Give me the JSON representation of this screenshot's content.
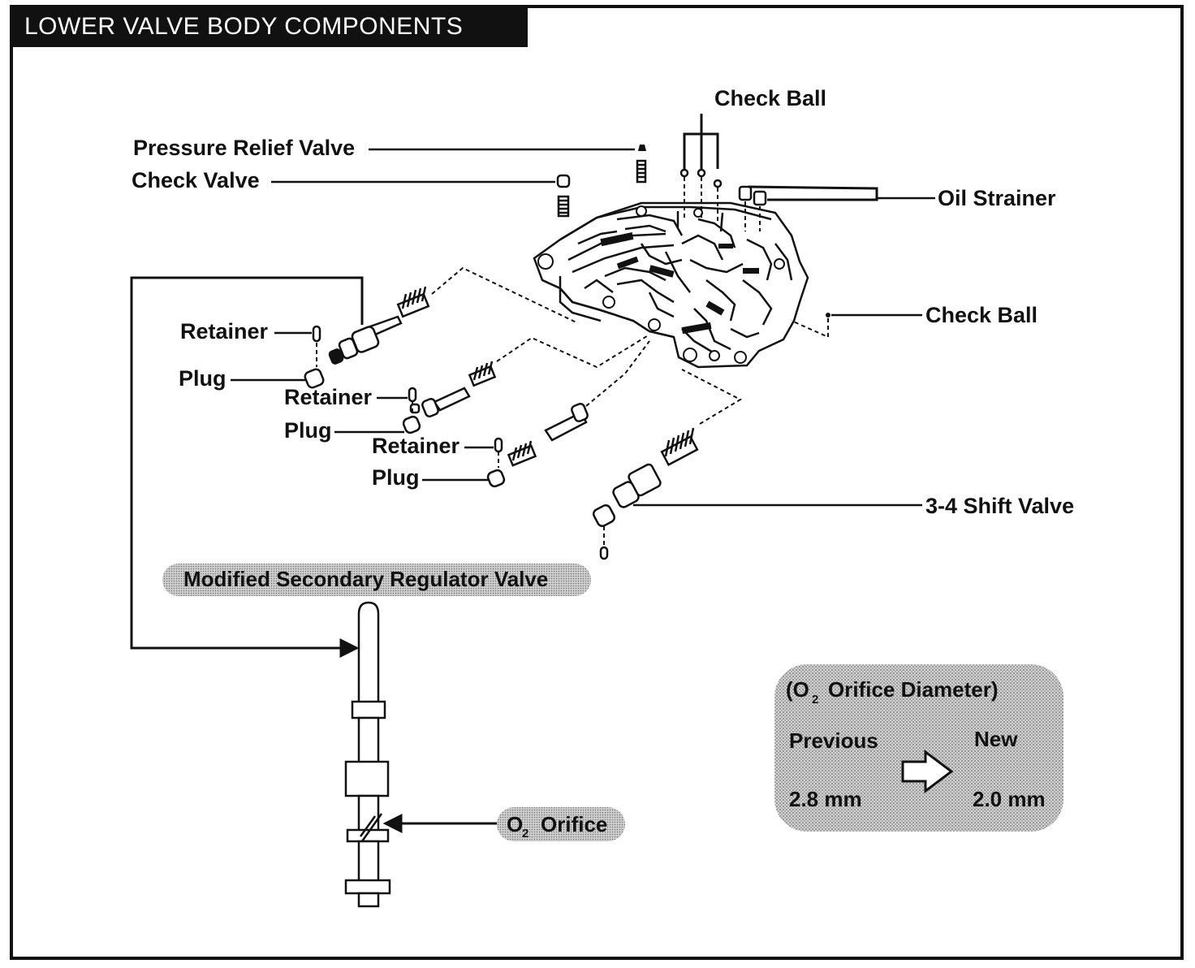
{
  "title": "LOWER VALVE BODY COMPONENTS",
  "labels": {
    "check_ball_top": "Check Ball",
    "pressure_relief_valve": "Pressure Relief Valve",
    "check_valve": "Check Valve",
    "oil_strainer": "Oil Strainer",
    "check_ball_right": "Check Ball",
    "retainer_1": "Retainer",
    "plug_1": "Plug",
    "retainer_2": "Retainer",
    "plug_2": "Plug",
    "retainer_3": "Retainer",
    "plug_3": "Plug",
    "shift_valve_34": "3-4 Shift Valve",
    "modified_secondary_regulator_valve": "Modified Secondary Regulator Valve",
    "o2_orifice_letter": "O",
    "o2_orifice_sub": "2",
    "o2_orifice_word": "Orifice"
  },
  "orifice_box": {
    "heading_open": "(O",
    "heading_sub": "2",
    "heading_rest": "Orifice Diameter)",
    "previous_label": "Previous",
    "new_label": "New",
    "previous_value": "2.8 mm",
    "new_value": "2.0 mm"
  },
  "colors": {
    "ink": "#111111",
    "paper": "#ffffff",
    "badge_fill": "#bdbdbd"
  }
}
